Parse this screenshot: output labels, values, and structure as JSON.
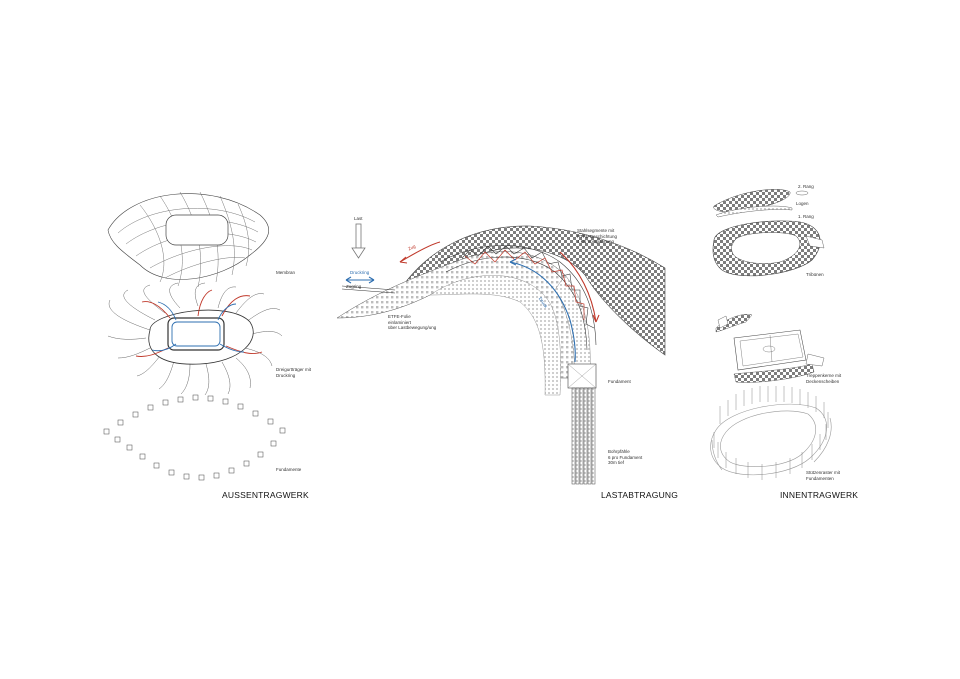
{
  "sections": {
    "aussen": "AUSSENTRAGWERK",
    "last": "LASTABTRAGUNG",
    "innen": "INNENTRAGWERK"
  },
  "labels": {
    "membran": "Membran",
    "dreigurttraeger": "Dreigurtträger mit\nDruckring",
    "fundamente": "Fundamente",
    "last": "Last",
    "druckring": "Druckring",
    "zugring": "Zugring",
    "etfe": "ETFE-Folie\neinlaminiert\nüber Lastbewegung/ung",
    "stahltraeger": "Stahlsegmente mit\nPTFE-Beschichtung\n4 kN Vorspannung",
    "fundament": "Fundament",
    "bohrpfaehle": "Bohrpfähle\n6 pro Fundament\n30m tief",
    "zug": "Zug",
    "druck": "Druck",
    "rang2": "2. Rang",
    "logen": "Logen",
    "rang1": "1. Rang",
    "tribuenen": "Tribünen",
    "treppenkerne": "Treppenkerne mit\nDeckenscheiben",
    "stuetzenraster": "Stützenraster mit\nFundamenten"
  },
  "colors": {
    "line": "#333333",
    "compression": "#2e6fb0",
    "tension": "#c0392b",
    "hatch": "#9a9a9a"
  }
}
